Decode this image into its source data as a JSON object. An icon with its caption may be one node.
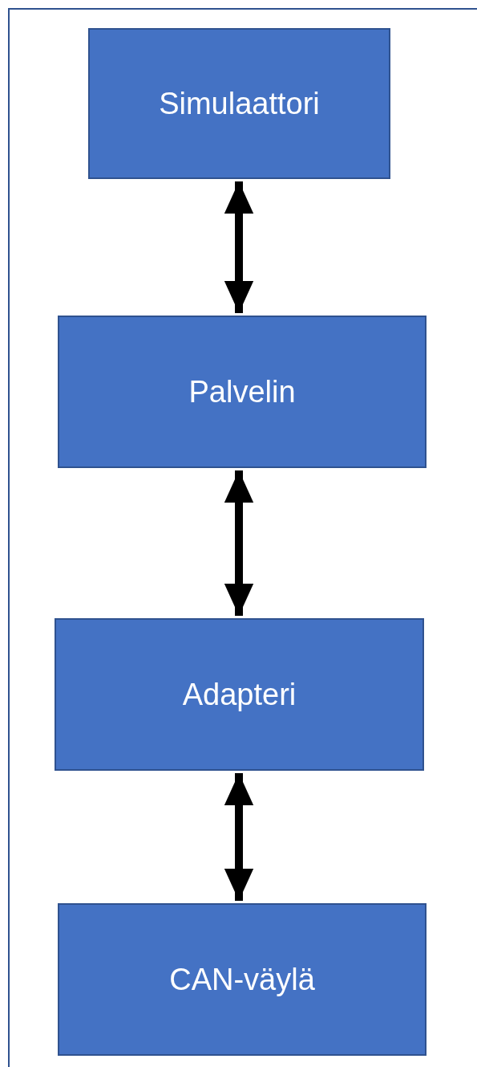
{
  "diagram": {
    "nodes": [
      {
        "text": [
          "Simulaattori"
        ]
      },
      {
        "text": [
          "Palvelin"
        ]
      },
      {
        "text": [
          "Adapteri"
        ]
      },
      {
        "text": [
          "CAN-väylä"
        ]
      }
    ],
    "edges": [
      {
        "from": 0,
        "to": 1,
        "arrow": "both"
      },
      {
        "from": 1,
        "to": 2,
        "arrow": "both"
      },
      {
        "from": 2,
        "to": 3,
        "arrow": "both"
      }
    ]
  }
}
